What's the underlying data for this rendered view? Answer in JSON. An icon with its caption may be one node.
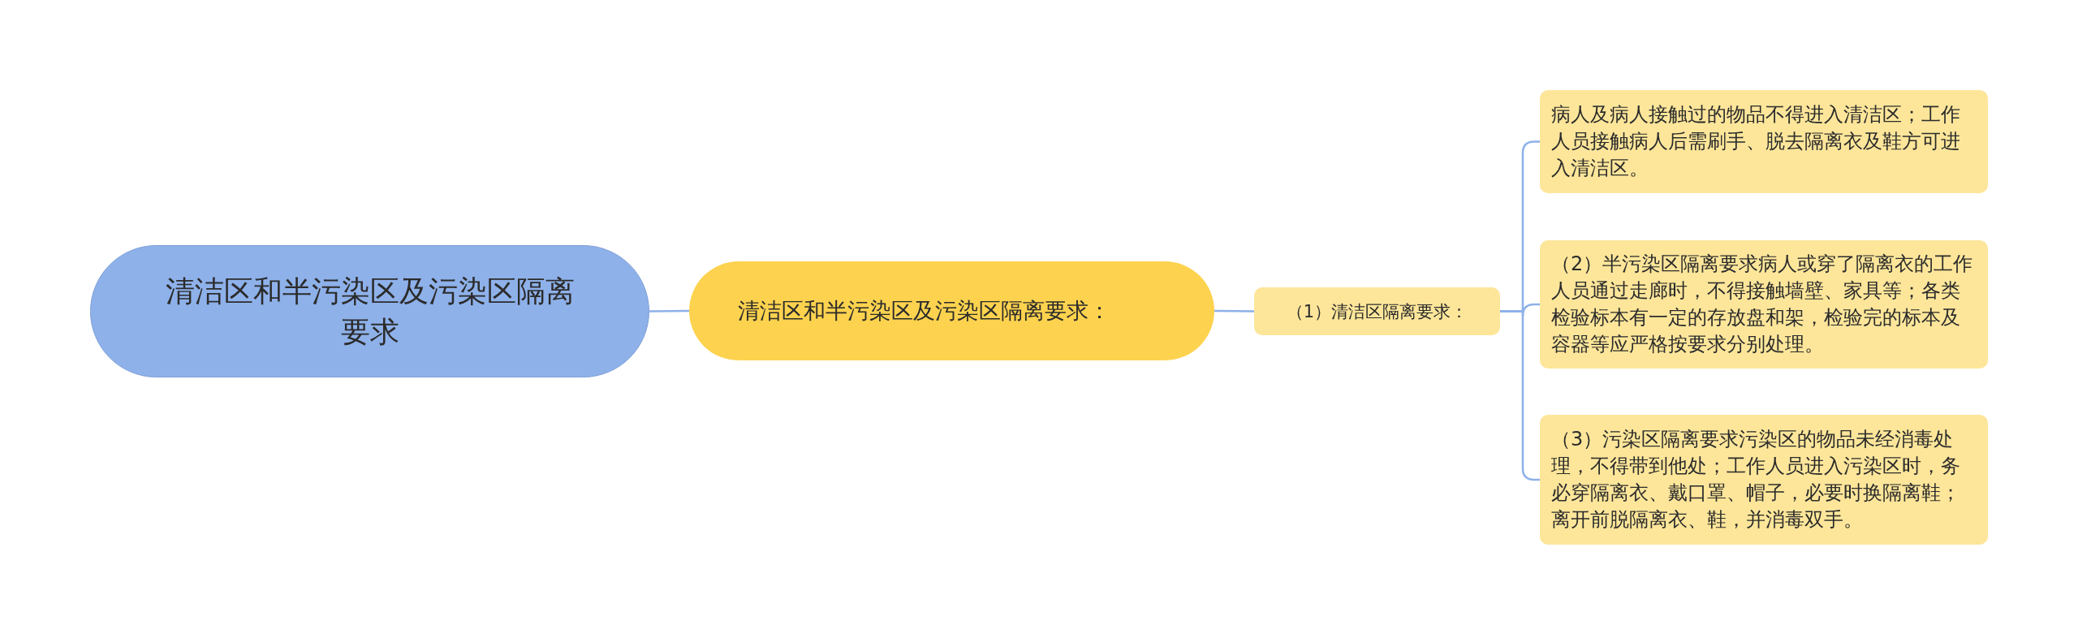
{
  "diagram": {
    "nodes": [
      {
        "text": [
          "清洁区和半污染区及污染区隔离要求"
        ]
      },
      {
        "text": [
          "清洁区和半污染区及污染区隔离要求："
        ]
      },
      {
        "text": [
          "（1）清洁区隔离要求："
        ]
      },
      {
        "text": [
          "病人及病人接触过的物品不得进入清洁区；工作人员接触病人后需刷手、脱去隔离衣及鞋方可进入清洁区。"
        ]
      },
      {
        "text": [
          "（2）半污染区隔离要求病人或穿了隔离衣的工作人员通过走廊时，不得接触墙壁、家具等；各类检验标本有一定的存放盘和架，检验完的标本及容器等应严格按要求分别处理。"
        ]
      },
      {
        "text": [
          "（3）污染区隔离要求污染区的物品未经消毒处理，不得带到他处；工作人员进入污染区时，务必穿隔离衣、戴口罩、帽子，必要时换隔离鞋；离开前脱隔离衣、鞋，并消毒双手。"
        ]
      }
    ],
    "edges": [
      {
        "from": 0,
        "to": 1,
        "arrow": "none"
      },
      {
        "from": 1,
        "to": 2,
        "arrow": "none"
      },
      {
        "from": 2,
        "to": 3,
        "arrow": "none"
      },
      {
        "from": 2,
        "to": 4,
        "arrow": "none"
      },
      {
        "from": 2,
        "to": 5,
        "arrow": "none"
      }
    ]
  }
}
